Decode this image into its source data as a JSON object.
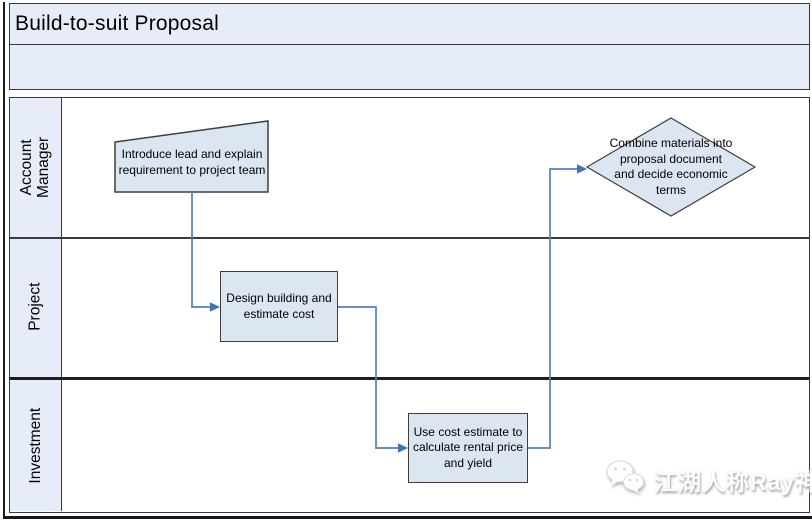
{
  "title": "Build-to-suit Proposal",
  "lanes": [
    {
      "label": "Account Manager"
    },
    {
      "label": "Project"
    },
    {
      "label": "Investment"
    }
  ],
  "shapes": {
    "introduce": {
      "text": "Introduce lead and explain requirement to project team",
      "type": "manual-input",
      "lane": "Account Manager"
    },
    "design": {
      "text": "Design building and estimate cost",
      "type": "process",
      "lane": "Project"
    },
    "cost": {
      "text": "Use cost estimate to calculate rental price and yield",
      "type": "process",
      "lane": "Investment"
    },
    "combine": {
      "text": "Combine materials into proposal document and decide economic terms",
      "type": "decision",
      "lane": "Account Manager"
    }
  },
  "flow": [
    "introduce -> design",
    "design -> cost",
    "cost -> combine"
  ],
  "watermark": {
    "text": "江湖人称Ray神",
    "icon": "wechat-icon"
  },
  "colors": {
    "band_fill": "#e7edf8",
    "shape_fill": "#dce6f2",
    "shape_border": "#3f3f3f",
    "connector": "#527fc0",
    "arrowhead": "#4574b4",
    "frame_border": "#3a3a3a"
  }
}
